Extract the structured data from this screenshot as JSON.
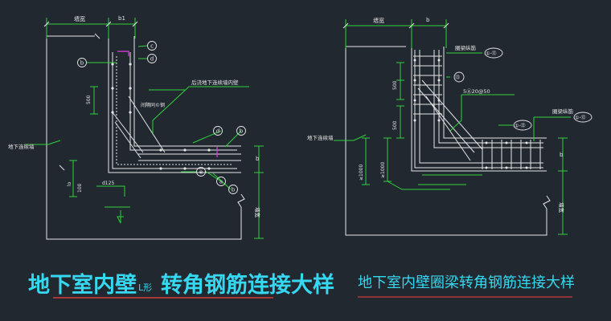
{
  "left": {
    "dim_wall_thickness": "墙宽",
    "dim_b1": "b1",
    "note_beam_edge": "后浇地下连续墙内壁",
    "note_rebar_count": "间隔同©钢",
    "note_wall": "地下连续墙",
    "dim_500": "500",
    "dim_lo": "lo",
    "dim_100": "100",
    "dim_d125": "d125",
    "dim_b": "b",
    "dim_wall_label": "墙宽",
    "callouts": [
      "a",
      "b",
      "c",
      "d",
      "e"
    ],
    "title_main": "地下室内壁",
    "title_small": "L形",
    "title_rest": "转角钢筋连接大样"
  },
  "right": {
    "dim_wall_thickness": "墙宽",
    "dim_b": "b",
    "note_top_bars": "圈梁纵筋",
    "note_side_bars": "圈梁纵筋",
    "note_stirrup": "5Ⓐ20@50",
    "note_wall": "地下连续墙",
    "dim_500_a": "500",
    "dim_500_b": "500",
    "dim_1000": "≥1000",
    "dim_b_side": "b",
    "dim_wall_label": "墙宽",
    "callout_1_12_top": "①-⑫",
    "callout_13": "⑬",
    "callout_1_13": "①-⑬",
    "callout_1_12_side": "①-⑫",
    "title": "地下室内壁圈梁转角钢筋连接大样"
  },
  "colors": {
    "background": "#212830",
    "line_white": "#e6e6e6",
    "line_green": "#2fd13a",
    "line_magenta": "#e040e0",
    "title_cyan": "#35d8f0",
    "underline_red": "#d23a3a"
  }
}
